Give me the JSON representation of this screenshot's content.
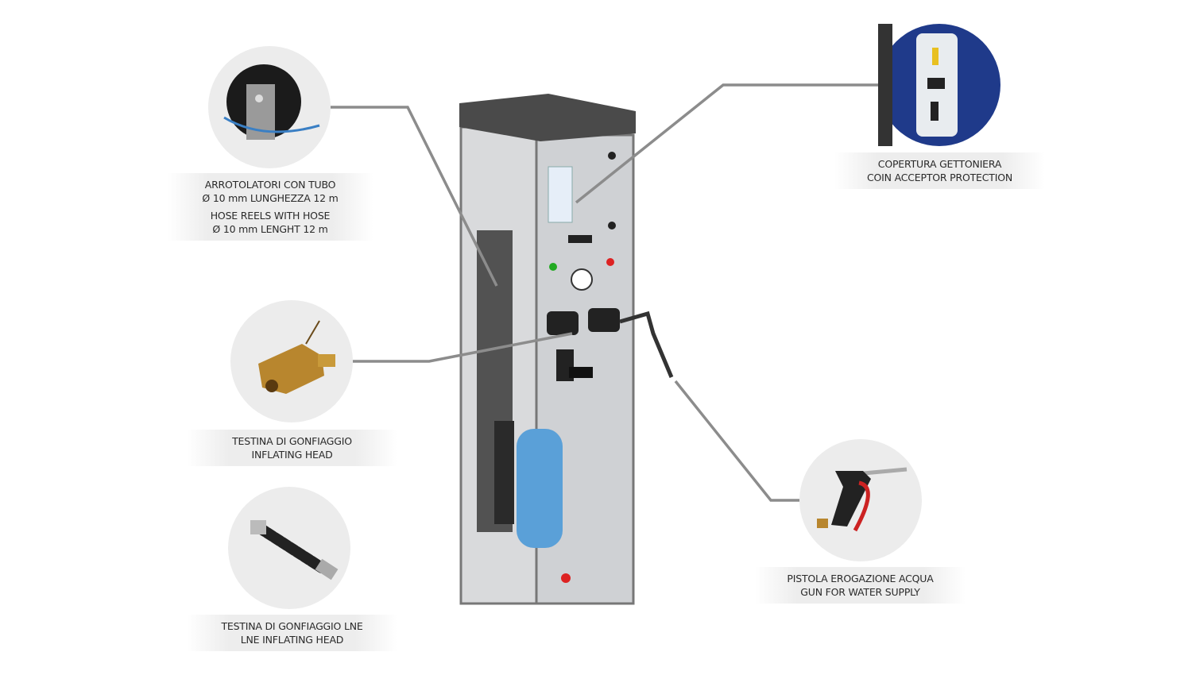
{
  "callouts": {
    "hose_reels": {
      "lines": [
        "ARROTOLATORI CON TUBO",
        "Ø 10 mm LUNGHEZZA 12 m",
        "HOSE REELS WITH HOSE",
        "Ø 10 mm LENGHT 12 m"
      ],
      "icon": "hose-reel"
    },
    "coin_acceptor": {
      "lines": [
        "COPERTURA GETTONIERA",
        "COIN ACCEPTOR PROTECTION"
      ],
      "icon": "coin-acceptor-cover",
      "bg_color": "#1f3a8a"
    },
    "inflating_head": {
      "lines": [
        "TESTINA DI GONFIAGGIO",
        "INFLATING HEAD"
      ],
      "icon": "brass-inflating-head"
    },
    "lne_inflating_head": {
      "lines": [
        "TESTINA DI GONFIAGGIO LNE",
        "LNE INFLATING HEAD"
      ],
      "icon": "lne-inflating-head"
    },
    "water_gun": {
      "lines": [
        "PISTOLA EROGAZIONE ACQUA",
        "GUN FOR WATER SUPPLY"
      ],
      "icon": "spray-gun"
    }
  },
  "colors": {
    "connector": "#8c8c8c",
    "circle": "#ececec",
    "cabinet": "#5a5a5a"
  }
}
